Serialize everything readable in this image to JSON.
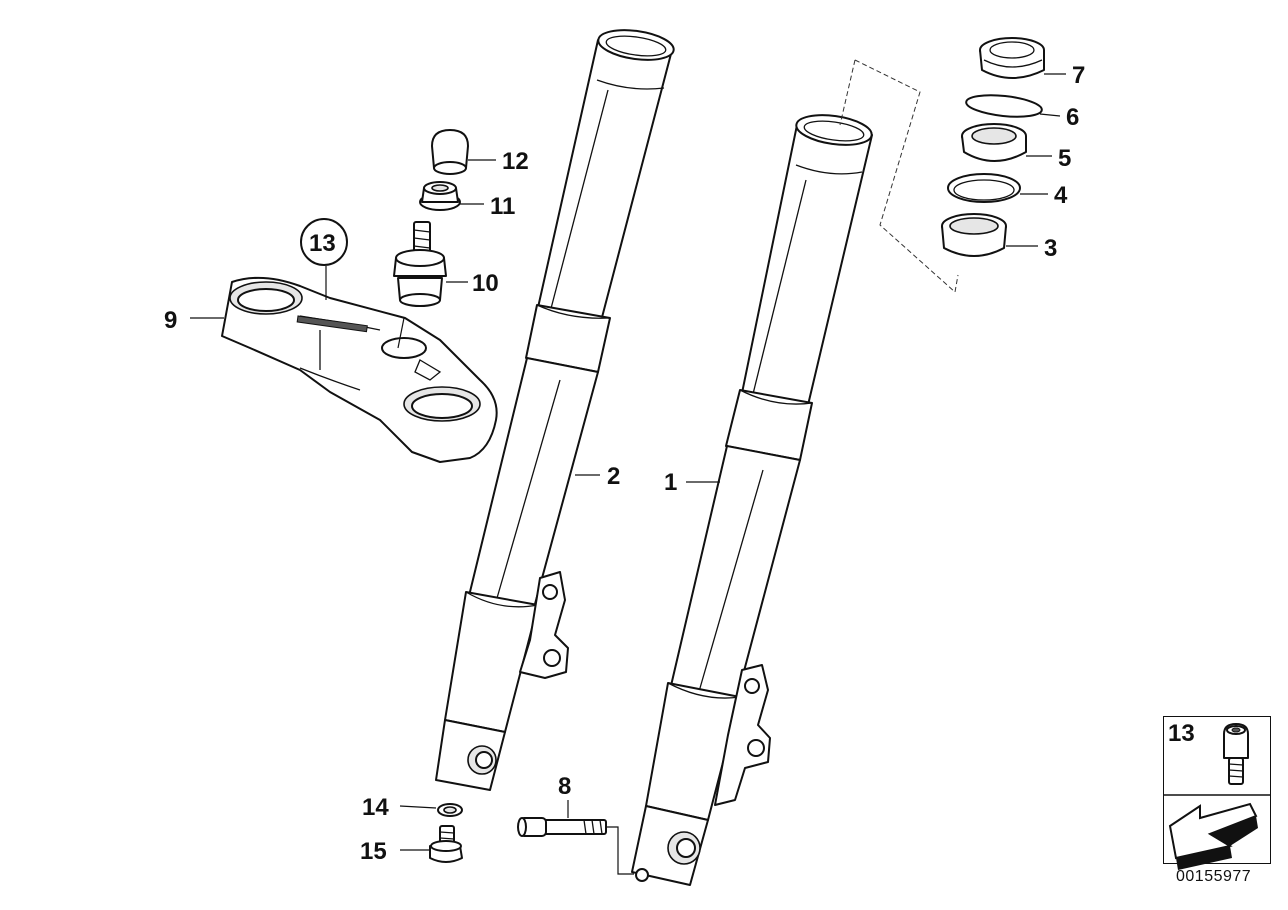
{
  "diagram_id": "00155977",
  "legend": {
    "part_number": "13"
  },
  "callouts": {
    "c1": "1",
    "c2": "2",
    "c3": "3",
    "c4": "4",
    "c5": "5",
    "c6": "6",
    "c7": "7",
    "c8": "8",
    "c9": "9",
    "c10": "10",
    "c11": "11",
    "c12": "12",
    "c13": "13",
    "c14": "14",
    "c15": "15"
  }
}
